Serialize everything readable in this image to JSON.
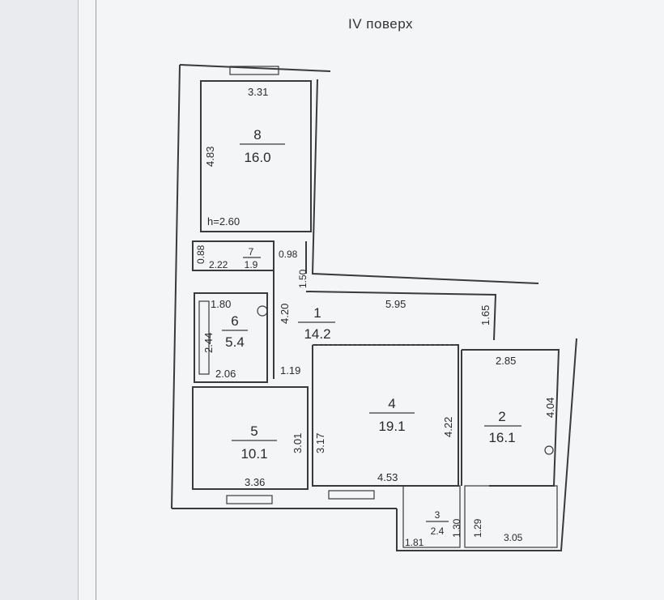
{
  "floor_title": "IV поверх",
  "ceiling_height": "h=2.60",
  "rooms": [
    {
      "id": "8",
      "area": "16.0"
    },
    {
      "id": "7",
      "area": "1.9"
    },
    {
      "id": "6",
      "area": "5.4"
    },
    {
      "id": "1",
      "area": "14.2"
    },
    {
      "id": "5",
      "area": "10.1"
    },
    {
      "id": "4",
      "area": "19.1"
    },
    {
      "id": "2",
      "area": "16.1"
    },
    {
      "id": "3",
      "area": "2.4"
    }
  ],
  "dimensions": {
    "d_3_31": "3.31",
    "d_4_83": "4.83",
    "d_0_88": "0.88",
    "d_2_22": "2.22",
    "d_0_98": "0.98",
    "d_1_50": "1.50",
    "d_1_80": "1.80",
    "d_2_44": "2.44",
    "d_2_06": "2.06",
    "d_4_20": "4.20",
    "d_5_95": "5.95",
    "d_1_65": "1.65",
    "d_1_19": "1.19",
    "d_2_85": "2.85",
    "d_4_04": "4.04",
    "d_3_01": "3.01",
    "d_3_17": "3.17",
    "d_4_22": "4.22",
    "d_3_36": "3.36",
    "d_4_53": "4.53",
    "d_1_30": "1.30",
    "d_1_29": "1.29",
    "d_1_81": "1.81",
    "d_3_05": "3.05"
  }
}
